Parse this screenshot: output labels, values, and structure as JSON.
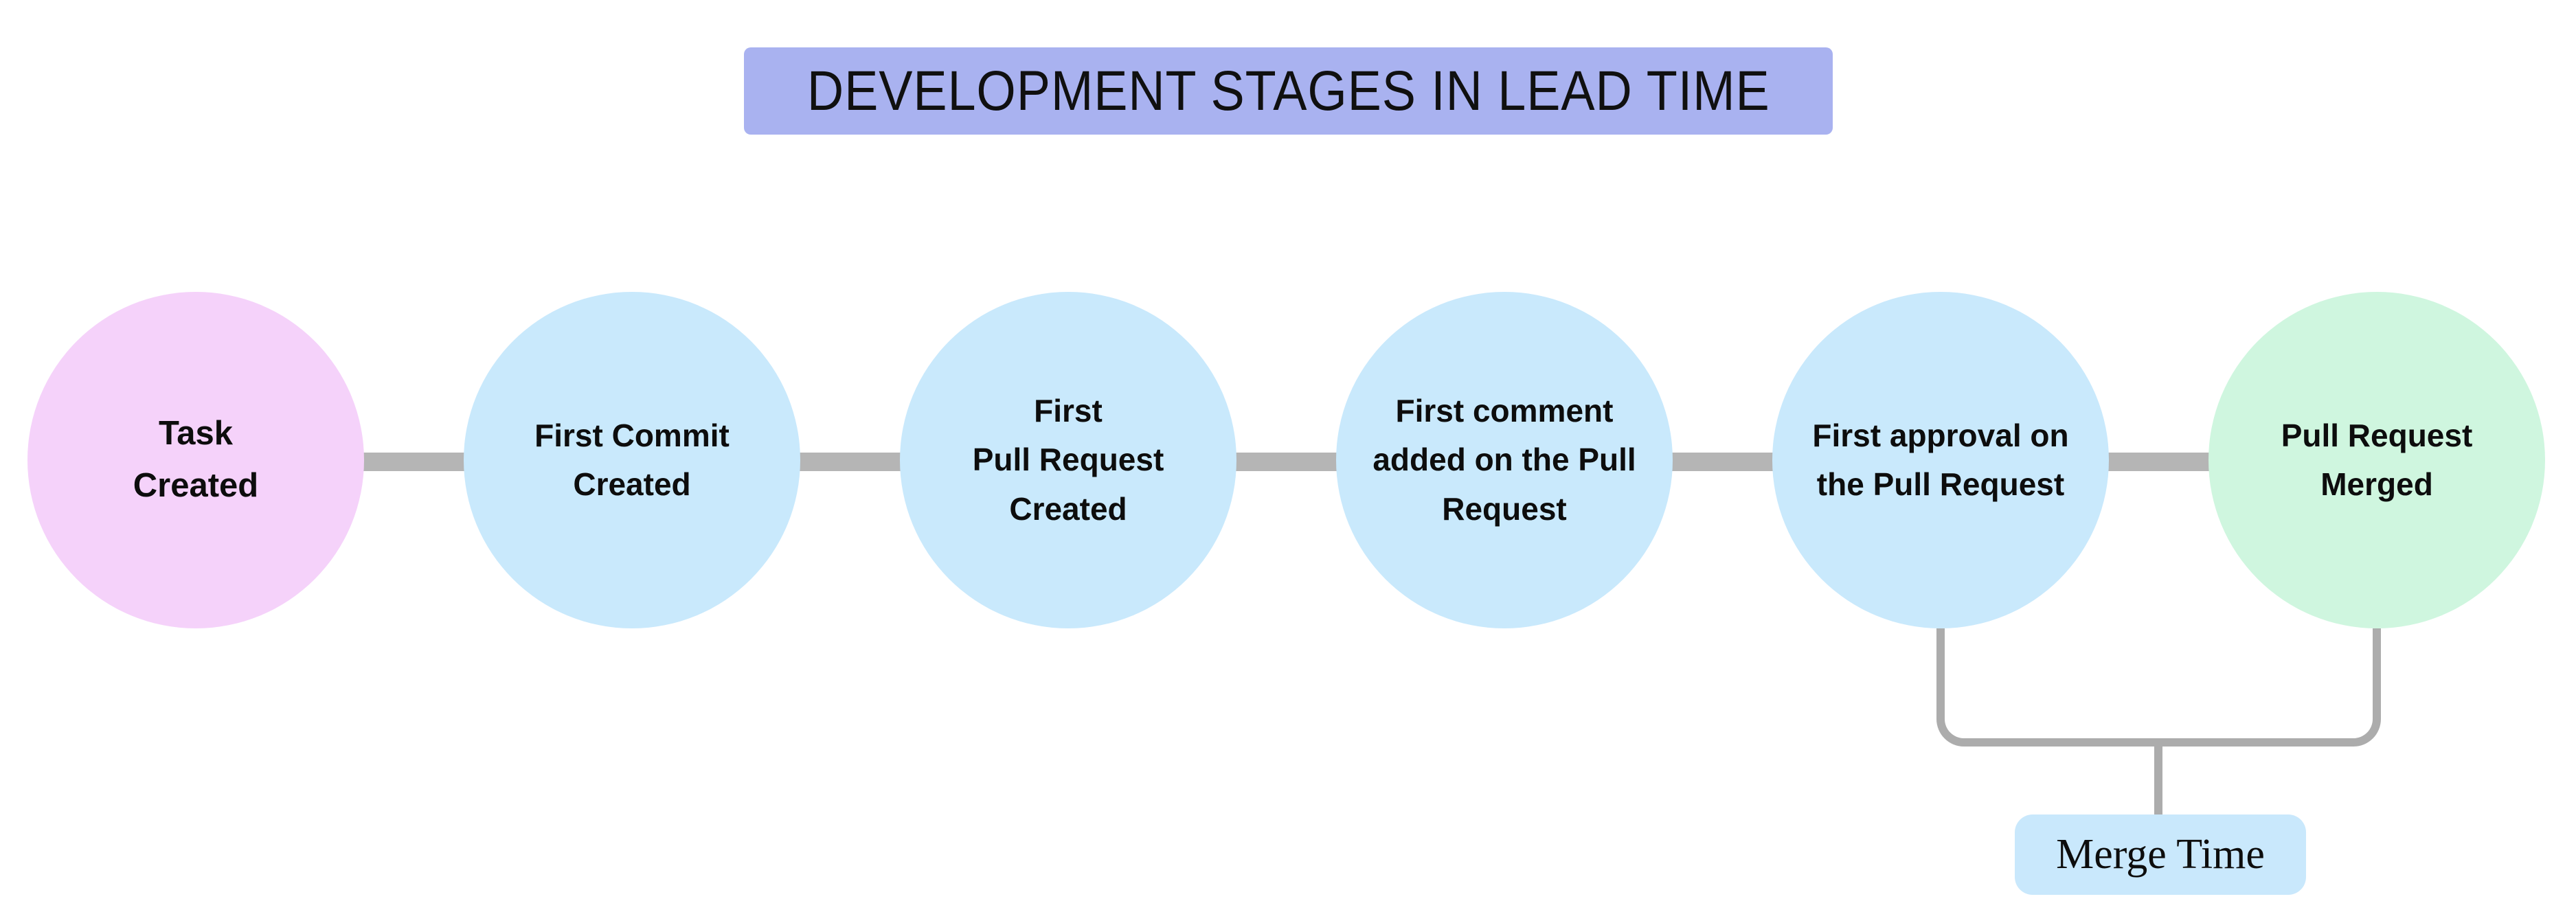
{
  "title": {
    "label": "DEVELOPMENT STAGES IN LEAD TIME"
  },
  "colors": {
    "background": "#ffffff",
    "title_bg": "#a9b2f0",
    "start_circle": "#f5d2fa",
    "mid_circle": "#c9e9fc",
    "end_circle": "#cff6df",
    "connector": "#b5b5b5",
    "bracket": "#acacac",
    "annotation_bg": "#c9e8fc"
  },
  "stages": [
    {
      "name": "Task Created",
      "lines": [
        "Task",
        "Created"
      ]
    },
    {
      "name": "First Commit Created",
      "lines": [
        "First Commit",
        "Created"
      ]
    },
    {
      "name": "First Pull Request Created",
      "lines": [
        "First",
        "Pull Request",
        "Created"
      ]
    },
    {
      "name": "First comment added on the Pull Request",
      "lines": [
        "First comment",
        "added on the Pull",
        "Request"
      ]
    },
    {
      "name": "First approval on the Pull Request",
      "lines": [
        "First approval on",
        "the Pull Request"
      ]
    },
    {
      "name": "Pull Request Merged",
      "lines": [
        "Pull Request",
        "Merged"
      ]
    }
  ],
  "annotation": {
    "label": "Merge Time"
  }
}
